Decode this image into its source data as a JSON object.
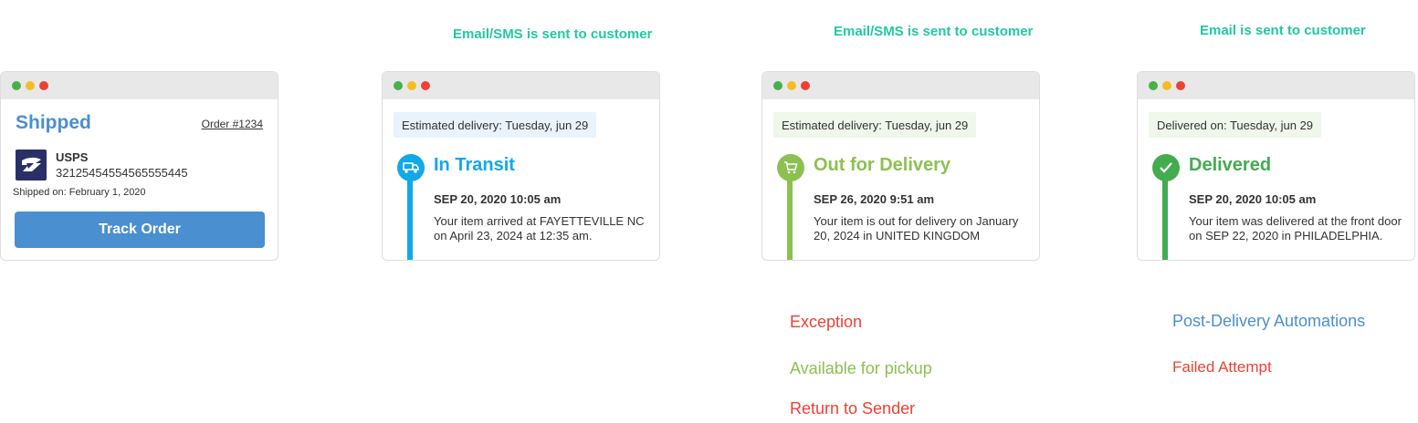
{
  "notes": [
    "Email/SMS is sent to customer",
    "Email/SMS is sent to customer",
    "Email is sent to customer"
  ],
  "shipped_card": {
    "title": "Shipped",
    "order": "Order #1234",
    "carrier": "USPS",
    "tracking_number": "32125454554565555445",
    "shipped_on": "Shipped on: February 1, 2020",
    "button": "Track Order"
  },
  "status_cards": [
    {
      "pill": "Estimated delivery: Tuesday, jun 29",
      "status": "In Transit",
      "time": "SEP 20, 2020  10:05 am",
      "message": "Your item arrived at FAYETTEVILLE NC on April 23, 2024 at 12:35 am.",
      "icon": "truck-icon",
      "color": "#13a8e8"
    },
    {
      "pill": "Estimated delivery: Tuesday, jun 29",
      "status": "Out for Delivery",
      "time": "SEP 26, 2020  9:51 am",
      "message": "Your item is out for delivery on January 20, 2024 in UNITED KINGDOM",
      "icon": "cart-icon",
      "color": "#8cc152"
    },
    {
      "pill": "Delivered on: Tuesday, jun 29",
      "status": "Delivered",
      "time": "SEP 20, 2020  10:05 am",
      "message": "Your item was delivered at the front door on SEP 22, 2020 in PHILADELPHIA.",
      "icon": "checkmark-icon",
      "color": "#43ac4f"
    }
  ],
  "other_statuses": {
    "exception": "Exception",
    "available_for_pickup": "Available for pickup",
    "return_to_sender": "Return to Sender",
    "post_delivery": "Post-Delivery Automations",
    "failed_attempt": "Failed Attempt"
  }
}
